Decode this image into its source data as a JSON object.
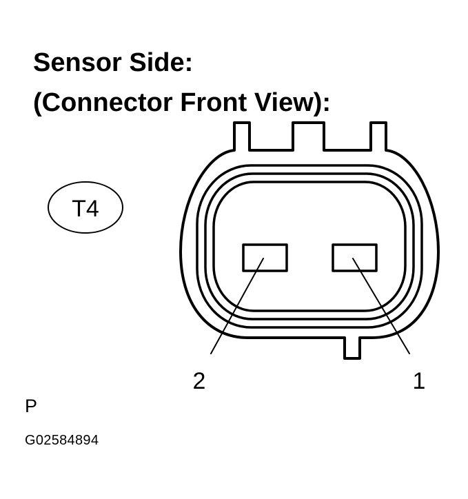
{
  "title": {
    "line1": "Sensor Side:",
    "line2": "(Connector Front View):"
  },
  "connector": {
    "code": "T4",
    "pins": [
      {
        "number": "1"
      },
      {
        "number": "2"
      }
    ]
  },
  "footer": {
    "page_letter": "P",
    "figure_code": "G02584894"
  },
  "colors": {
    "line": "#000000",
    "background": "#ffffff"
  }
}
